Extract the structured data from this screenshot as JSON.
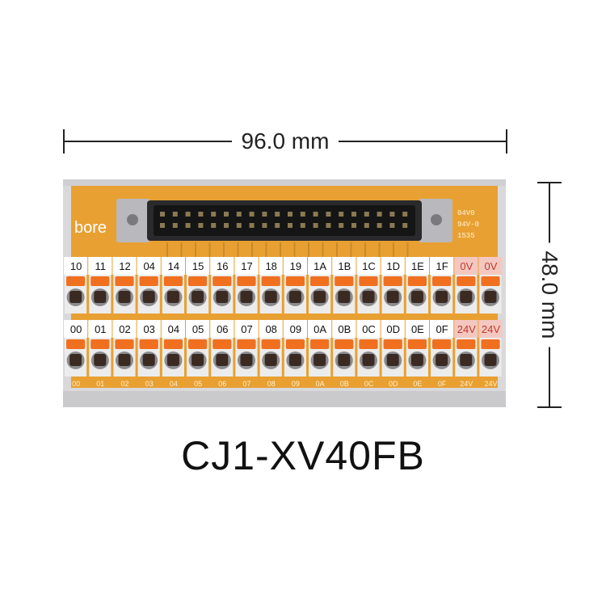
{
  "dimensions": {
    "width_label": "96.0 mm",
    "height_label": "48.0 mm"
  },
  "board": {
    "brand": "bore",
    "marking_lines": [
      "04V0",
      "94V-0",
      "1535"
    ],
    "top_labels": [
      "10",
      "11",
      "12",
      "04",
      "14",
      "15",
      "16",
      "17",
      "18",
      "19",
      "1A",
      "1B",
      "1C",
      "1D",
      "1E",
      "1F",
      "0V",
      "0V"
    ],
    "bottom_labels": [
      "00",
      "01",
      "02",
      "03",
      "04",
      "05",
      "06",
      "07",
      "08",
      "09",
      "0A",
      "0B",
      "0C",
      "0D",
      "0E",
      "0F",
      "24V",
      "24V"
    ],
    "pcb_silkscreen": [
      "00",
      "01",
      "02",
      "03",
      "04",
      "05",
      "06",
      "07",
      "08",
      "09",
      "0A",
      "0B",
      "0C",
      "0D",
      "0E",
      "0F",
      "24V",
      "24V"
    ],
    "colors": {
      "pcb": "#e8a032",
      "lever": "#f07020",
      "rail": "#d9d9dc",
      "power_label_bg": "#f4c8c0",
      "power_label_text": "#c0392b"
    }
  },
  "model_name": "CJ1-XV40FB"
}
